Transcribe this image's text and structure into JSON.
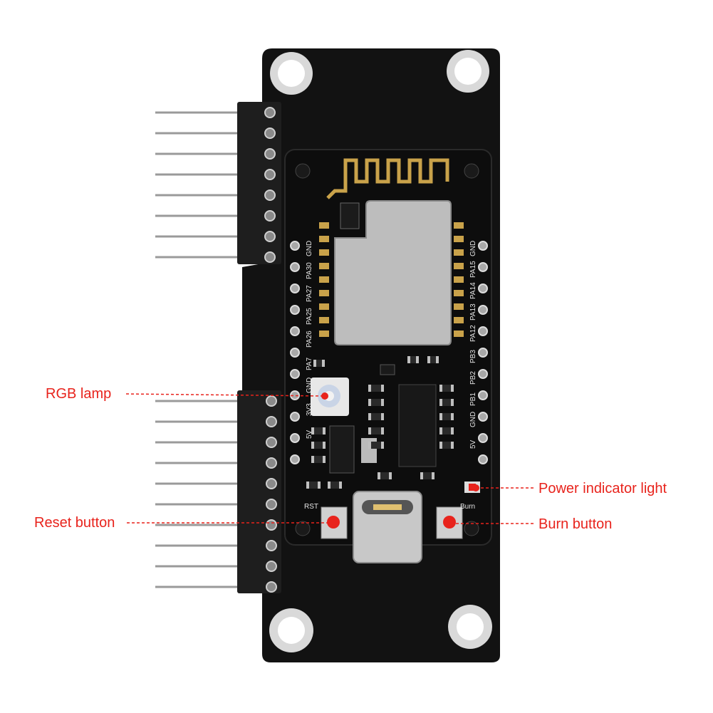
{
  "callouts": {
    "rgb_lamp": "RGB  lamp",
    "reset_button": "Reset button",
    "power_indicator": "Power indicator light",
    "burn_button": "Burn button"
  },
  "silkscreen": {
    "left_pins": [
      "GND",
      "PA30",
      "PA27",
      "PA25",
      "PA26",
      "PA7",
      "GND",
      "3V3",
      "5V"
    ],
    "right_pins": [
      "GND",
      "PA15",
      "PA14",
      "PA13",
      "PA12",
      "PB3",
      "PB2",
      "PB1",
      "GND",
      "5V"
    ],
    "rst_label": "RST",
    "burn_label": "Burn"
  },
  "colors": {
    "pcb": "#121212",
    "gold": "#c9a24a",
    "shield": "#bdbdbd",
    "callout": "#e8231c",
    "header": "#1a1a1a",
    "pin": "#9a9a9a"
  }
}
